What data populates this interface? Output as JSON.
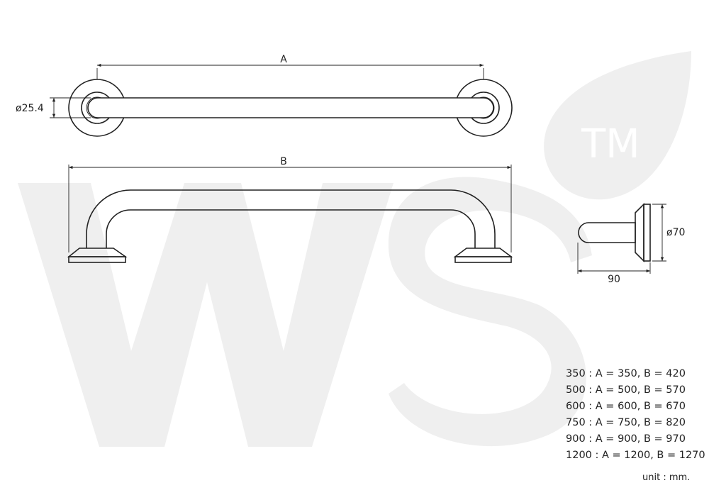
{
  "dimensions": {
    "a_label": "A",
    "b_label": "B",
    "tube_diameter": "ø25.4",
    "flange_diameter": "ø70",
    "projection": "90"
  },
  "watermark": {
    "text": "WS",
    "trademark": "TM",
    "color": "#efefef"
  },
  "specs": [
    "350 : A = 350, B = 420",
    "500 : A = 500, B = 570",
    "600 : A = 600, B = 670",
    "750 : A = 750, B = 820",
    "900 : A = 900, B = 970",
    "1200 : A = 1200, B = 1270"
  ],
  "unit_note": "unit : mm."
}
